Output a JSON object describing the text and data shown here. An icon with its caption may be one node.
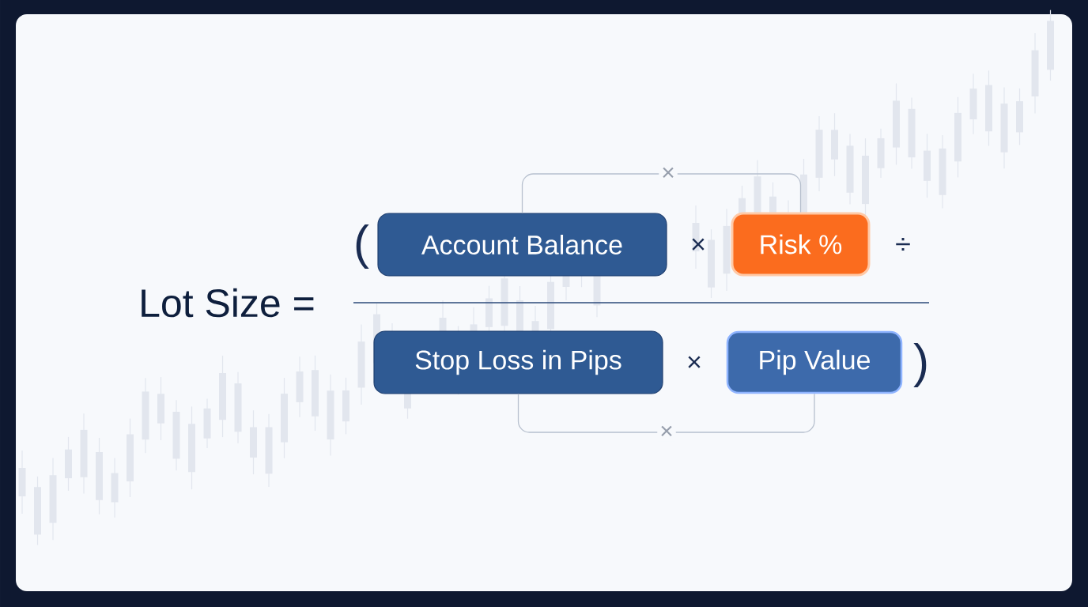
{
  "diagram": {
    "nodes": [
      {
        "text": [
          "Account Balance"
        ]
      },
      {
        "text": [
          "Risk %"
        ]
      },
      {
        "text": [
          "Stop Loss in Pips"
        ]
      },
      {
        "text": [
          "Pip Value"
        ]
      }
    ],
    "edges": [
      {
        "from": 0,
        "to": 1,
        "arrow": "none",
        "label": "×"
      },
      {
        "from": 2,
        "to": 3,
        "arrow": "none",
        "label": "×"
      }
    ],
    "labels": [
      "Lot Size =",
      "(",
      "×",
      "÷",
      "×",
      ")"
    ]
  }
}
